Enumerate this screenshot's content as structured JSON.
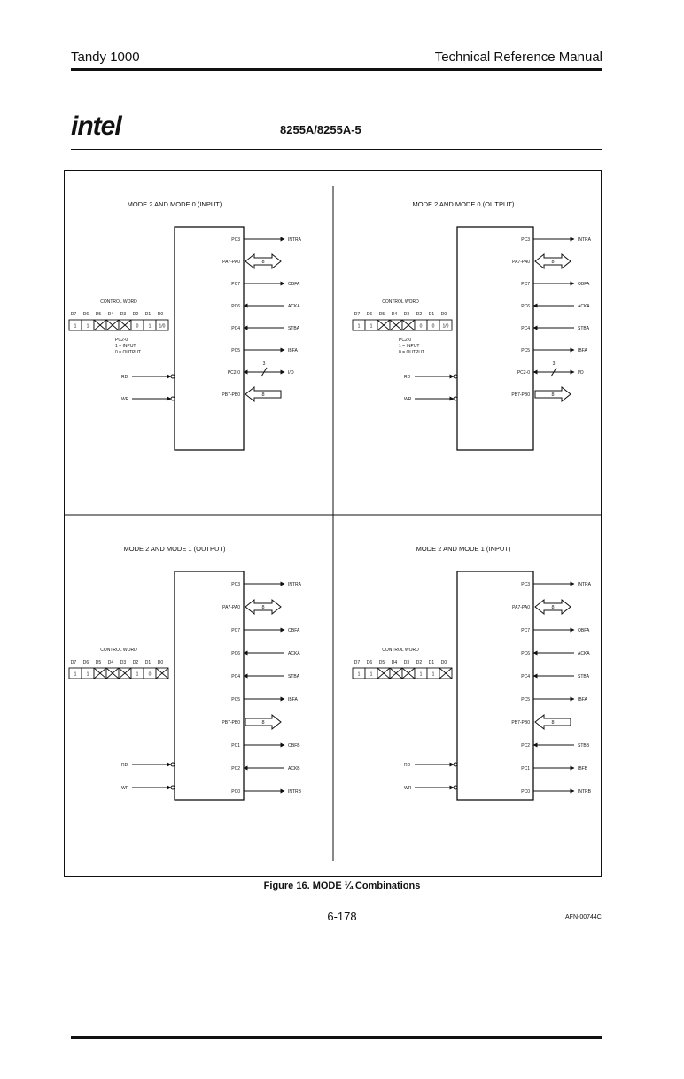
{
  "header": {
    "left": "Tandy 1000",
    "right": "Technical Reference Manual"
  },
  "logo": {
    "text": "intel"
  },
  "chip_title": "8255A/8255A-5",
  "figure": {
    "caption": "Figure 16. MODE ¼ Combinations",
    "panels": [
      {
        "title": "MODE 2 AND MODE 0 (INPUT)",
        "control_word": "CONTROL WORD",
        "bit_labels": [
          "D7",
          "D6",
          "D5",
          "D4",
          "D3",
          "D2",
          "D1",
          "D0"
        ],
        "bits": [
          "1",
          "1",
          "X",
          "X",
          "X",
          "0",
          "1",
          "1/0"
        ],
        "pc_note": [
          "PC2-0",
          "1 = INPUT",
          "0 = OUTPUT"
        ],
        "left_signals": [
          {
            "label": "RD",
            "row": 7
          },
          {
            "label": "WR",
            "row": 8
          }
        ],
        "rows": [
          {
            "pin": "PC3",
            "signal": "INTRA",
            "kind": "out"
          },
          {
            "pin": "PA7-PA0",
            "signal": "8",
            "kind": "bus"
          },
          {
            "pin": "PC7",
            "signal": "OBFA",
            "kind": "out"
          },
          {
            "pin": "PC6",
            "signal": "ACKA",
            "kind": "in"
          },
          {
            "pin": "PC4",
            "signal": "STBA",
            "kind": "in"
          },
          {
            "pin": "PC5",
            "signal": "IBFA",
            "kind": "out"
          },
          {
            "pin": "PC2-0",
            "signal": "I/O",
            "kind": "io3"
          },
          {
            "pin": "PB7-PB0",
            "signal": "8",
            "kind": "busin"
          }
        ]
      },
      {
        "title": "MODE 2 AND MODE 0 (OUTPUT)",
        "control_word": "CONTROL WORD",
        "bit_labels": [
          "D7",
          "D6",
          "D5",
          "D4",
          "D3",
          "D2",
          "D1",
          "D0"
        ],
        "bits": [
          "1",
          "1",
          "X",
          "X",
          "X",
          "0",
          "0",
          "1/0"
        ],
        "pc_note": [
          "PC2-0",
          "1 = INPUT",
          "0 = OUTPUT"
        ],
        "left_signals": [
          {
            "label": "RD",
            "row": 7
          },
          {
            "label": "WR",
            "row": 8
          }
        ],
        "rows": [
          {
            "pin": "PC3",
            "signal": "INTRA",
            "kind": "out"
          },
          {
            "pin": "PA7-PA0",
            "signal": "8",
            "kind": "bus"
          },
          {
            "pin": "PC7",
            "signal": "OBFA",
            "kind": "out"
          },
          {
            "pin": "PC6",
            "signal": "ACKA",
            "kind": "in"
          },
          {
            "pin": "PC4",
            "signal": "STBA",
            "kind": "in"
          },
          {
            "pin": "PC5",
            "signal": "IBFA",
            "kind": "out"
          },
          {
            "pin": "PC2-0",
            "signal": "I/O",
            "kind": "io3"
          },
          {
            "pin": "PB7-PB0",
            "signal": "8",
            "kind": "busout"
          }
        ]
      },
      {
        "title": "MODE 2 AND MODE 1 (OUTPUT)",
        "control_word": "CONTROL WORD",
        "bit_labels": [
          "D7",
          "D6",
          "D5",
          "D4",
          "D3",
          "D2",
          "D1",
          "D0"
        ],
        "bits": [
          "1",
          "1",
          "X",
          "X",
          "X",
          "1",
          "0",
          "X"
        ],
        "pc_note": [],
        "left_signals": [
          {
            "label": "RD",
            "row": 9
          },
          {
            "label": "WR",
            "row": 10
          }
        ],
        "rows": [
          {
            "pin": "PC3",
            "signal": "INTRA",
            "kind": "out"
          },
          {
            "pin": "PA7-PA0",
            "signal": "8",
            "kind": "bus"
          },
          {
            "pin": "PC7",
            "signal": "OBFA",
            "kind": "out"
          },
          {
            "pin": "PC6",
            "signal": "ACKA",
            "kind": "in"
          },
          {
            "pin": "PC4",
            "signal": "STBA",
            "kind": "in"
          },
          {
            "pin": "PC5",
            "signal": "IBFA",
            "kind": "out"
          },
          {
            "pin": "PB7-PB0",
            "signal": "8",
            "kind": "busout"
          },
          {
            "pin": "PC1",
            "signal": "OBFB",
            "kind": "out"
          },
          {
            "pin": "PC2",
            "signal": "ACKB",
            "kind": "in"
          },
          {
            "pin": "PC0",
            "signal": "INTRB",
            "kind": "out"
          }
        ]
      },
      {
        "title": "MODE 2 AND MODE 1 (INPUT)",
        "control_word": "CONTROL WORD",
        "bit_labels": [
          "D7",
          "D6",
          "D5",
          "D4",
          "D3",
          "D2",
          "D1",
          "D0"
        ],
        "bits": [
          "1",
          "1",
          "X",
          "X",
          "X",
          "1",
          "1",
          "X"
        ],
        "pc_note": [],
        "left_signals": [
          {
            "label": "RD",
            "row": 9
          },
          {
            "label": "WR",
            "row": 10
          }
        ],
        "rows": [
          {
            "pin": "PC3",
            "signal": "INTRA",
            "kind": "out"
          },
          {
            "pin": "PA7-PA0",
            "signal": "8",
            "kind": "bus"
          },
          {
            "pin": "PC7",
            "signal": "OBFA",
            "kind": "out"
          },
          {
            "pin": "PC6",
            "signal": "ACKA",
            "kind": "in"
          },
          {
            "pin": "PC4",
            "signal": "STBA",
            "kind": "in"
          },
          {
            "pin": "PC5",
            "signal": "IBFA",
            "kind": "out"
          },
          {
            "pin": "PB7-PB0",
            "signal": "8",
            "kind": "busin"
          },
          {
            "pin": "PC2",
            "signal": "STBB",
            "kind": "in"
          },
          {
            "pin": "PC1",
            "signal": "IBFB",
            "kind": "out"
          },
          {
            "pin": "PC0",
            "signal": "INTRB",
            "kind": "out"
          }
        ]
      }
    ]
  },
  "page_number": "6-178",
  "doc_code": "AFN-00744C"
}
